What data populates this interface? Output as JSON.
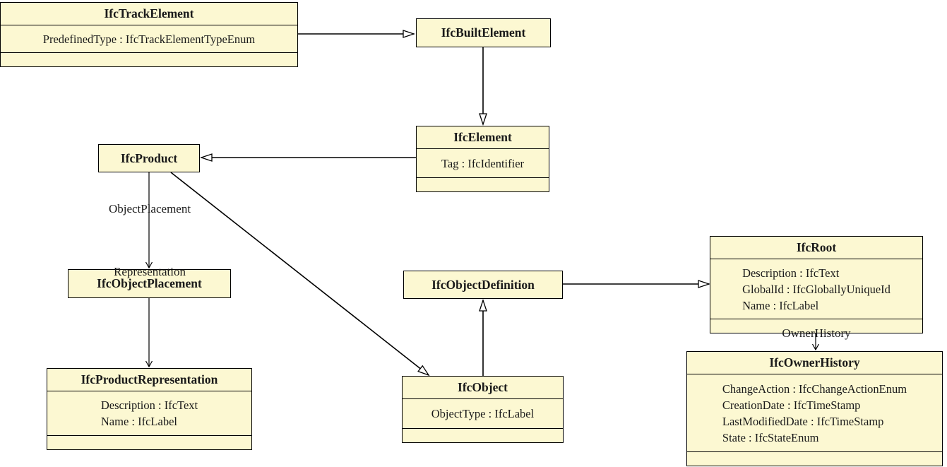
{
  "colors": {
    "box_fill": "#FCF8D2",
    "border": "#000000",
    "background": "#FFFFFF",
    "text": "#1a1a1a"
  },
  "classes": {
    "track_element": {
      "name": "IfcTrackElement",
      "attributes": [
        "PredefinedType : IfcTrackElementTypeEnum"
      ]
    },
    "built_element": {
      "name": "IfcBuiltElement",
      "attributes": []
    },
    "element": {
      "name": "IfcElement",
      "attributes": [
        "Tag : IfcIdentifier"
      ]
    },
    "product": {
      "name": "IfcProduct",
      "attributes": []
    },
    "object_placement": {
      "name": "IfcObjectPlacement",
      "attributes": []
    },
    "product_representation": {
      "name": "IfcProductRepresentation",
      "attributes": [
        "Description : IfcText",
        "Name : IfcLabel"
      ]
    },
    "object_definition": {
      "name": "IfcObjectDefinition",
      "attributes": []
    },
    "object": {
      "name": "IfcObject",
      "attributes": [
        "ObjectType : IfcLabel"
      ]
    },
    "root": {
      "name": "IfcRoot",
      "attributes": [
        "Description : IfcText",
        "GlobalId : IfcGloballyUniqueId",
        "Name : IfcLabel"
      ]
    },
    "owner_history": {
      "name": "IfcOwnerHistory",
      "attributes": [
        "ChangeAction : IfcChangeActionEnum",
        "CreationDate : IfcTimeStamp",
        "LastModifiedDate : IfcTimeStamp",
        "State : IfcStateEnum"
      ]
    }
  },
  "edges": [
    {
      "from": "IfcTrackElement",
      "to": "IfcBuiltElement",
      "type": "generalization",
      "label": ""
    },
    {
      "from": "IfcBuiltElement",
      "to": "IfcElement",
      "type": "generalization",
      "label": ""
    },
    {
      "from": "IfcElement",
      "to": "IfcProduct",
      "type": "generalization",
      "label": ""
    },
    {
      "from": "IfcProduct",
      "to": "IfcObject",
      "type": "generalization",
      "label": ""
    },
    {
      "from": "IfcObject",
      "to": "IfcObjectDefinition",
      "type": "generalization",
      "label": ""
    },
    {
      "from": "IfcObjectDefinition",
      "to": "IfcRoot",
      "type": "generalization",
      "label": ""
    },
    {
      "from": "IfcProduct",
      "to": "IfcObjectPlacement",
      "type": "association",
      "label": "ObjectPlacement"
    },
    {
      "from": "IfcProduct",
      "to": "IfcProductRepresentation",
      "type": "association",
      "label": "Representation"
    },
    {
      "from": "IfcRoot",
      "to": "IfcOwnerHistory",
      "type": "association",
      "label": "OwnerHistory"
    }
  ]
}
